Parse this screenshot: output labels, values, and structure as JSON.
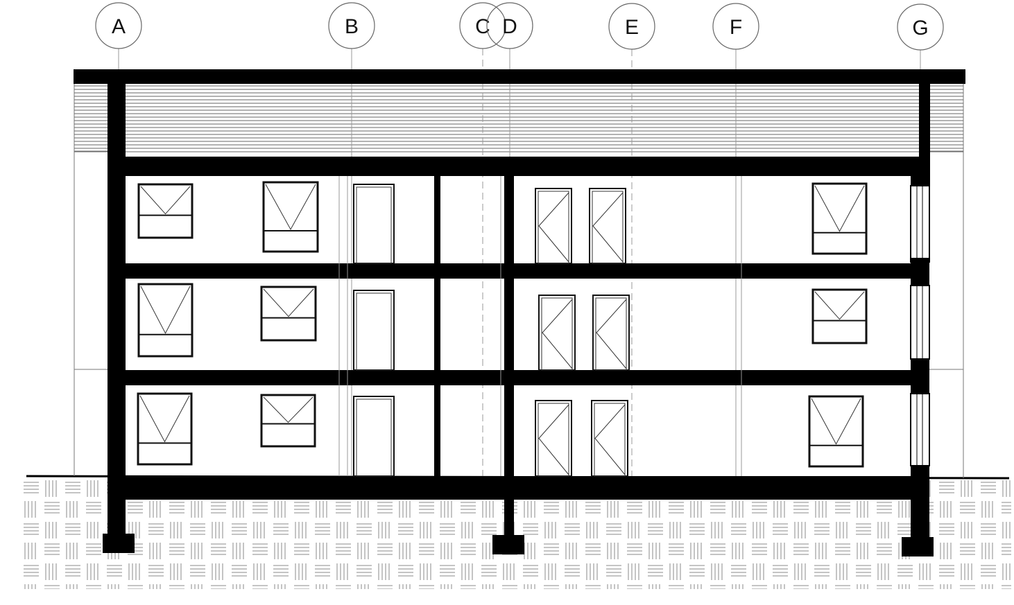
{
  "drawing": {
    "type": "building-section",
    "grid_lines": [
      {
        "label": "A"
      },
      {
        "label": "B"
      },
      {
        "label": "C"
      },
      {
        "label": "D"
      },
      {
        "label": "E"
      },
      {
        "label": "F"
      },
      {
        "label": "G"
      }
    ],
    "storeys": 3,
    "elements": [
      "roof-slab",
      "floor-slabs",
      "columns",
      "foundations",
      "windows",
      "doors",
      "ground-hatch"
    ]
  }
}
